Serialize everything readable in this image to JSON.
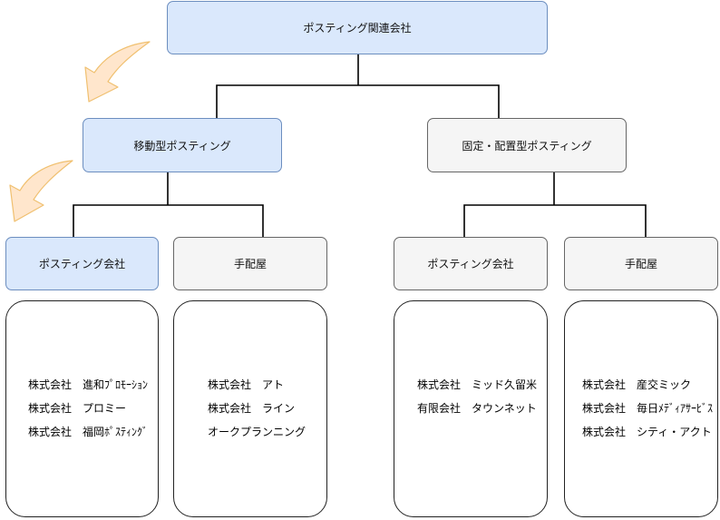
{
  "root": {
    "label": "ポスティング関連会社"
  },
  "categories": [
    {
      "label": "移動型ポスティング"
    },
    {
      "label": "固定・配置型ポスティング"
    }
  ],
  "leaves": [
    {
      "label": "ポスティング会社"
    },
    {
      "label": "手配屋"
    },
    {
      "label": "ポスティング会社"
    },
    {
      "label": "手配屋"
    }
  ],
  "cards": [
    {
      "lines": [
        {
          "prefix": "株式会社",
          "name": "進和ﾌﾟﾛﾓｰｼｮﾝ"
        },
        {
          "prefix": "株式会社",
          "name": "プロミー"
        },
        {
          "prefix": "株式会社",
          "name": "福岡ﾎﾟｽﾃｨﾝｸﾞ"
        }
      ]
    },
    {
      "lines": [
        {
          "prefix": "株式会社",
          "name": "アト"
        },
        {
          "prefix": "株式会社",
          "name": "ライン"
        },
        {
          "prefix": "",
          "name": "オークプランニング"
        }
      ]
    },
    {
      "lines": [
        {
          "prefix": "株式会社",
          "name": "ミッド久留米"
        },
        {
          "prefix": "有限会社",
          "name": "タウンネット"
        }
      ]
    },
    {
      "lines": [
        {
          "prefix": "株式会社",
          "name": "産交ミック"
        },
        {
          "prefix": "株式会社",
          "name": "毎日ﾒﾃﾞｨｱｻｰﾋﾞｽ"
        },
        {
          "prefix": "株式会社",
          "name": "シティ・アクト"
        }
      ]
    }
  ],
  "colors": {
    "highlight_fill": "#dae8fc",
    "highlight_border": "#6c8ebf",
    "neutral_fill": "#f5f5f5",
    "arrow_fill": "#ffe6cc",
    "arrow_stroke": "#f0c070"
  }
}
